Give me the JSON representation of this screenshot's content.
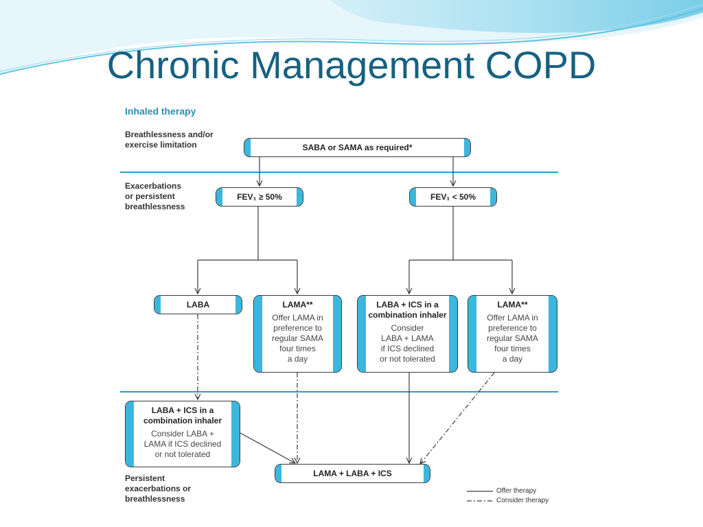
{
  "slide": {
    "title": "Chronic Management COPD"
  },
  "diagram": {
    "heading": "Inhaled therapy",
    "row_labels": [
      {
        "lines": [
          "Breathlessness and/or",
          "exercise limitation"
        ]
      },
      {
        "lines": [
          "Exacerbations",
          "or persistent",
          "breathlessness"
        ]
      },
      {
        "lines": [
          "Persistent",
          "exacerbations or",
          "breathlessness"
        ]
      }
    ],
    "nodes": {
      "saba": "SABA or SAMA as required*",
      "fev_high": "FEV₁ ≥ 50%",
      "fev_low": "FEV₁ < 50%",
      "laba": "LABA",
      "lama_left": {
        "head": [
          "LAMA**"
        ],
        "body": [
          "Offer LAMA in",
          "preference to",
          "regular SAMA",
          "four times",
          "a day"
        ]
      },
      "laba_ics_mid": {
        "head": [
          "LABA + ICS in a",
          "combination inhaler"
        ],
        "body": [
          "Consider",
          "LABA + LAMA",
          "if ICS declined",
          "or not tolerated"
        ]
      },
      "lama_right": {
        "head": [
          "LAMA**"
        ],
        "body": [
          "Offer LAMA in",
          "preference to",
          "regular SAMA",
          "four times",
          "a day"
        ]
      },
      "laba_ics_low": {
        "head": [
          "LABA + ICS in a",
          "combination inhaler"
        ],
        "body": [
          "Consider LABA +",
          "LAMA if ICS declined",
          "or not tolerated"
        ]
      },
      "triple": "LAMA + LABA + ICS"
    },
    "legend": {
      "offer": "Offer therapy",
      "consider": "Consider therapy"
    },
    "colors": {
      "title": "#17617f",
      "accent": "#3bb7dd",
      "divider": "#2a9cc7",
      "line": "#3a3a3a"
    }
  }
}
